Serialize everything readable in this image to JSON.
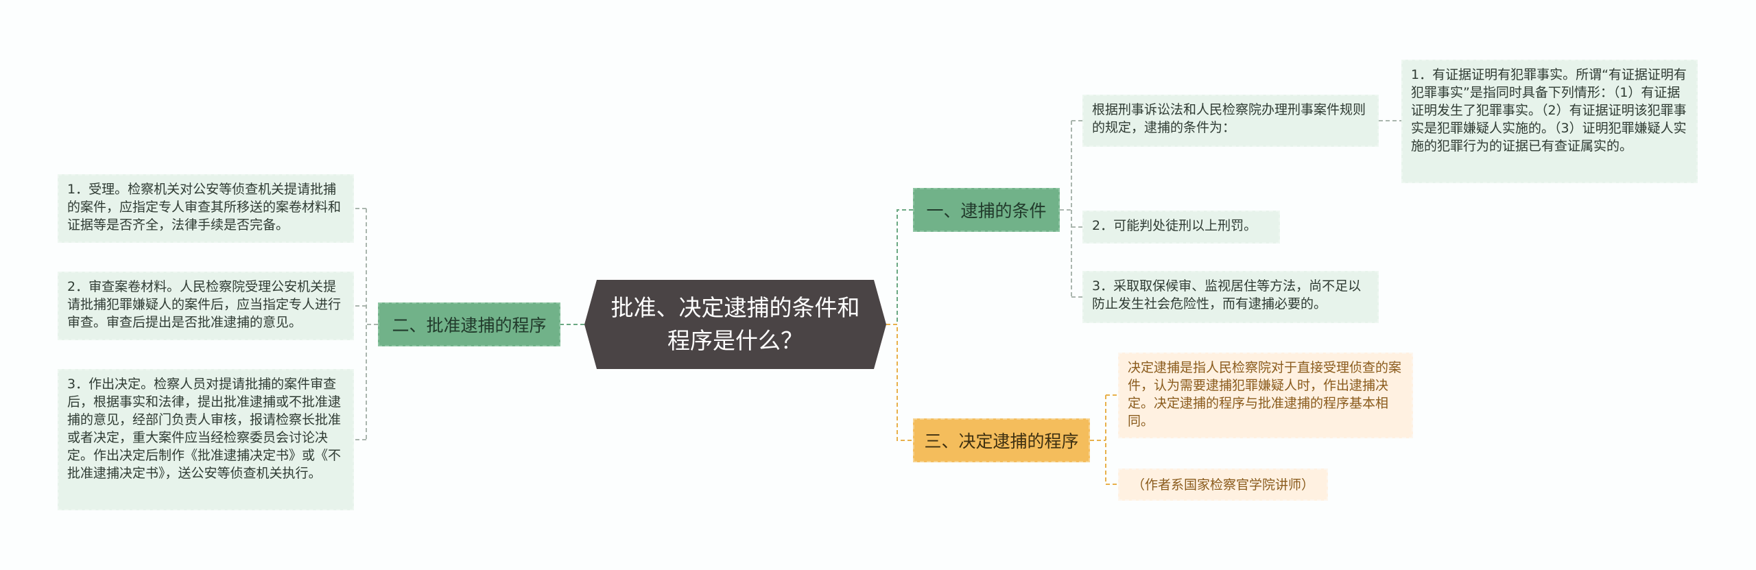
{
  "root": {
    "title": "批准、决定逮捕的条件和程序是什么？"
  },
  "branches": {
    "conditions": {
      "label": "一、逮捕的条件",
      "intro": "根据刑事诉讼法和人民检察院办理刑事案件规则的规定，逮捕的条件为：",
      "intro_detail": "1．有证据证明有犯罪事实。所谓“有证据证明有犯罪事实”是指同时具备下列情形：（1）有证据证明发生了犯罪事实。（2）有证据证明该犯罪事实是犯罪嫌疑人实施的。（3）证明犯罪嫌疑人实施的犯罪行为的证据已有查证属实的。",
      "item2": "2．可能判处徒刑以上刑罚。",
      "item3": "3．采取取保候审、监视居住等方法，尚不足以防止发生社会危险性，而有逮捕必要的。"
    },
    "approval": {
      "label": "二、批准逮捕的程序",
      "item1": "1．受理。检察机关对公安等侦查机关提请批捕的案件，应指定专人审查其所移送的案卷材料和证据等是否齐全，法律手续是否完备。",
      "item2": "2．审查案卷材料。人民检察院受理公安机关提请批捕犯罪嫌疑人的案件后，应当指定专人进行审查。审查后提出是否批准逮捕的意见。",
      "item3": "3．作出决定。检察人员对提请批捕的案件审查后，根据事实和法律，提出批准逮捕或不批准逮捕的意见，经部门负责人审核，报请检察长批准或者决定，重大案件应当经检察委员会讨论决定。作出决定后制作《批准逮捕决定书》或《不批准逮捕决定书》，送公安等侦查机关执行。"
    },
    "decision": {
      "label": "三、决定逮捕的程序",
      "item1": "决定逮捕是指人民检察院对于直接受理侦查的案件，认为需要逮捕犯罪嫌疑人时，作出逮捕决定。决定逮捕的程序与批准逮捕的程序基本相同。",
      "item2": "（作者系国家检察官学院讲师）"
    }
  },
  "colors": {
    "root": "#4a4445",
    "green_branch": "#71b289",
    "green_leaf": "#e7f3eb",
    "orange_branch": "#f4bd5c",
    "orange_leaf": "#fff1e1",
    "green_line": "#6aa882",
    "orange_line": "#e8b04a",
    "gray_line": "#a9b5ad"
  }
}
